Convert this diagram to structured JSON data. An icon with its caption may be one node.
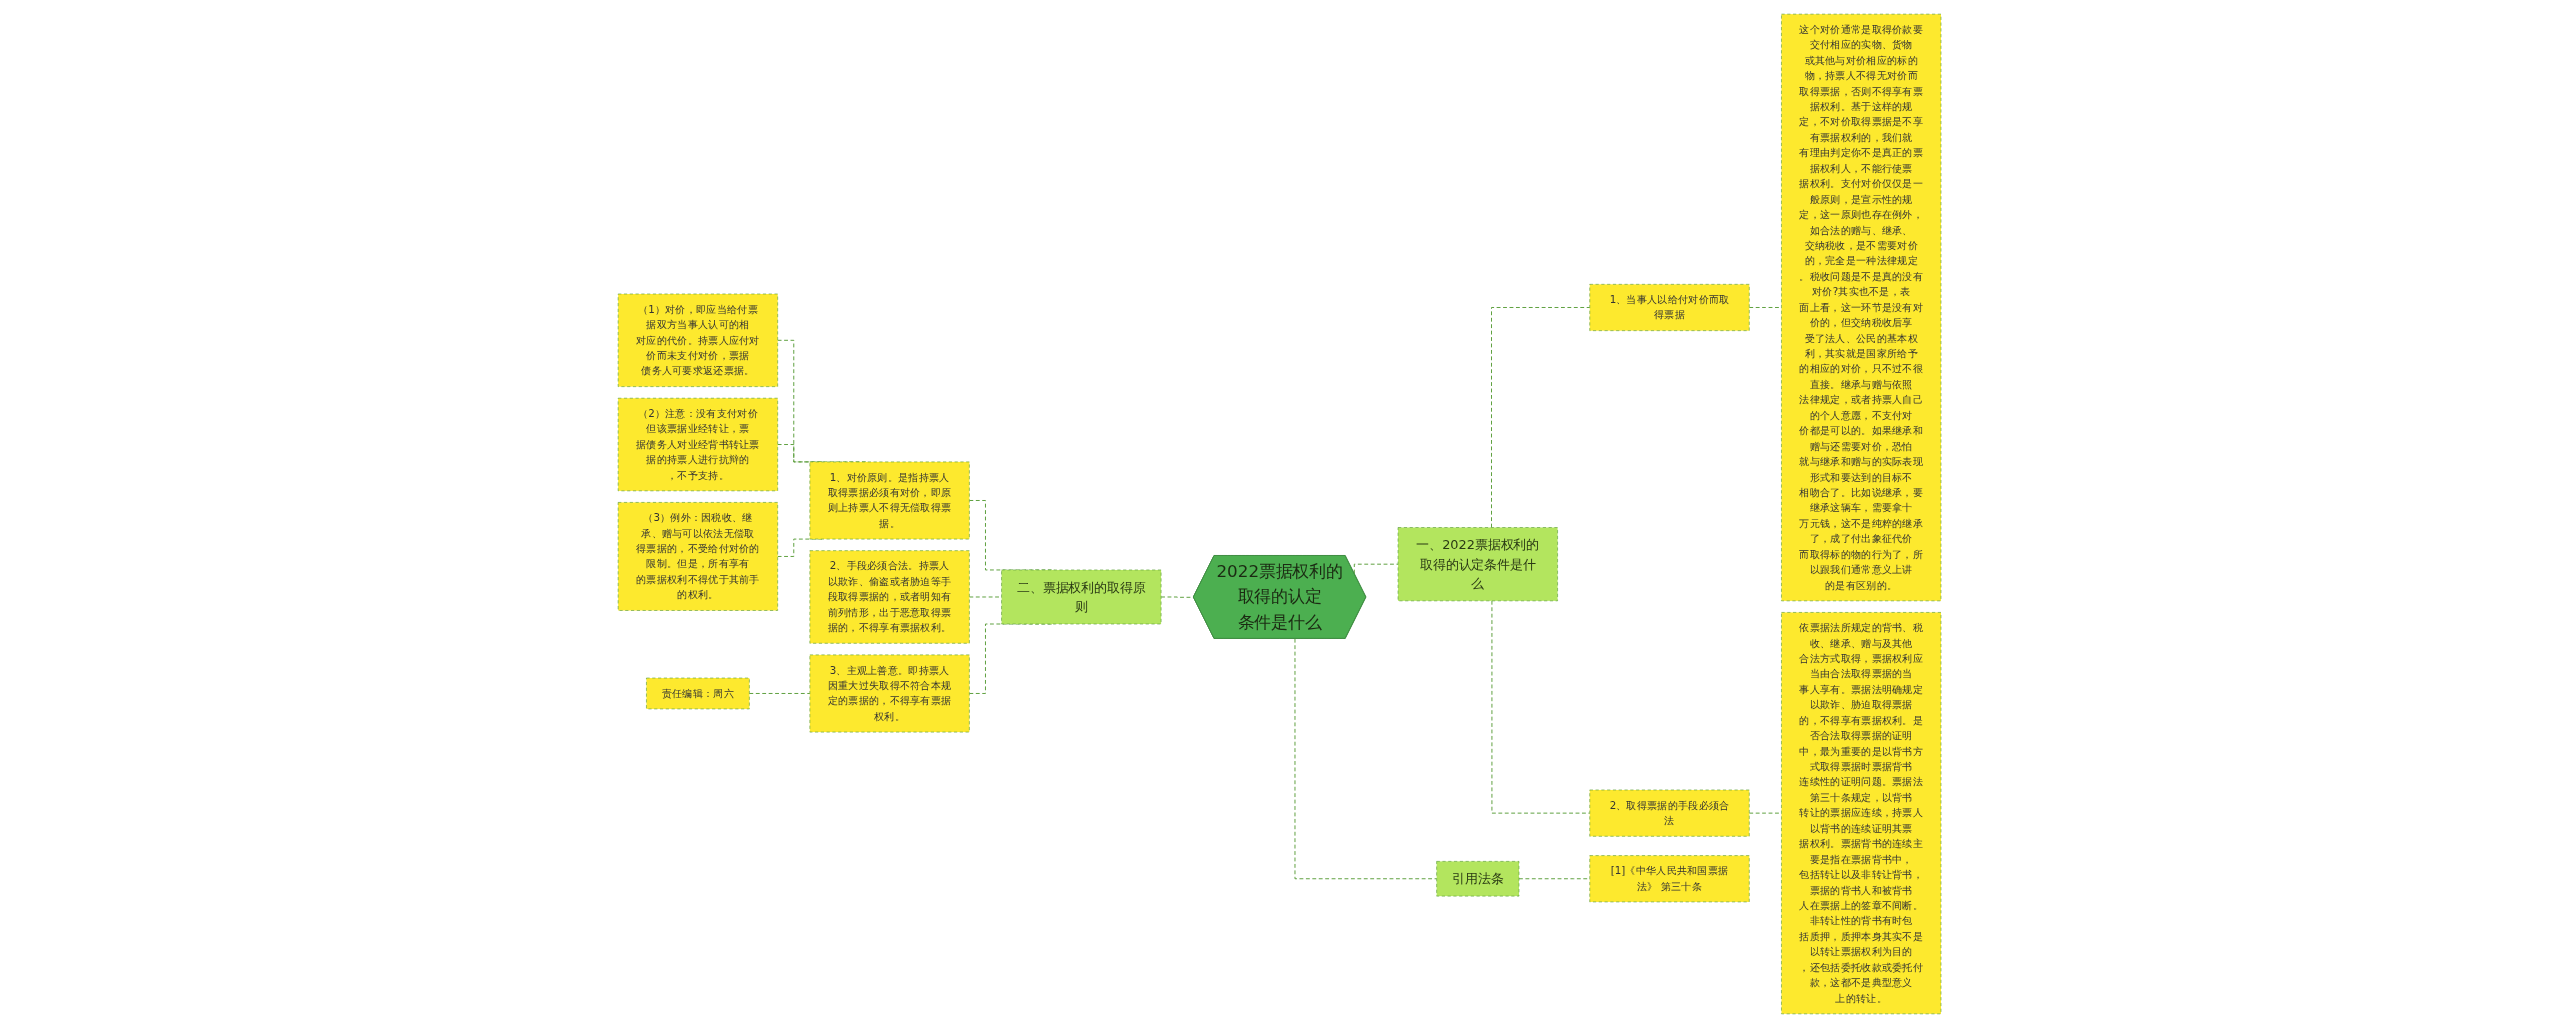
{
  "diagram": {
    "nodes": [
      {
        "text": [
          "2022票据权利的取得的认定条件是什么"
        ]
      },
      {
        "text": [
          "一、2022票据权利的取得的认定条件是什么"
        ]
      },
      {
        "text": [
          "1、当事人以给付对价而取得票据"
        ]
      },
      {
        "text": [
          "这个对价通常是取得价款要交付相应的实物、货物或其他与对价相应的标的物，持票人不得无对价而取得票据，否则不得享有票据权利。基于这样的规定，不对价取得票据是不享有票据权利的，我们就有理由判定你不是真正的票据权利人，不能行使票据权利。支付对价仅仅是一般原则，是宣示性的规定，这一原则也存在例外，如合法的赠与、继承、交纳税收，是不需要对价的，完全是一种法律规定。税收问题是不是真的没有对价?其实也不是，表面上看，这一环节是没有对价的，但交纳税收后享受了法人、公民的基本权利，其实就是国家所给予的相应的对价，只不过不很直接。继承与赠与依照法律规定，或者持票人自己的个人意愿，不支付对价都是可以的。如果继承和赠与还需要对价，恐怕就与继承和赠与的实际表现形式和要达到的目标不相吻合了。比如说继承，要继承这辆车，需要拿十万元钱，这不是纯粹的继承了，成了付出象征代价而取得标的物的行为了，所以跟我们通常意义上讲的是有区别的。"
        ]
      },
      {
        "text": [
          "2、取得票据的手段必须合法"
        ]
      },
      {
        "text": [
          "依票据法所规定的背书、税收、继承、赠与及其他合法方式取得，票据权利应当由合法取得票据的当事人享有。票据法明确规定以欺诈、胁迫取得票据的，不得享有票据权利。是否合法取得票据的证明中，最为重要的是以背书方式取得票据时票据背书连续性的证明问题。票据法第三十条规定，以背书转让的票据应连续，持票人以背书的连续证明其票据权利。票据背书的连续主要是指在票据背书中，包括转让以及非转让背书，票据的背书人和被背书人在票据上的签章不间断。非转让性的背书有时包括质押，质押本身其实不是以转让票据权利为目的，还包括委托收款或委托付款，这都不是典型意义上的转让。"
        ]
      },
      {
        "text": [
          "引用法条"
        ]
      },
      {
        "text": [
          "[1]《中华人民共和国票据法》 第三十条"
        ]
      },
      {
        "text": [
          "二、票据权利的取得原则"
        ]
      },
      {
        "text": [
          "1、对价原则。是指持票人取得票据必须有对价，即原则上持票人不得无偿取得票据。"
        ]
      },
      {
        "text": [
          "（1）对价，即应当给付票据双方当事人认可的相对应的代价。持票人应付对价而未支付对价，票据债务人可要求返还票据。"
        ]
      },
      {
        "text": [
          "（2）注意：没有支付对价但该票据业经转让，票据债务人对业经背书转让票据的持票人进行抗辩的，不予支持。"
        ]
      },
      {
        "text": [
          "（3）例外：因税收、继承、赠与可以依法无偿取得票据的，不受给付对价的限制。但是，所有享有的票据权利不得优于其前手的权利。"
        ]
      },
      {
        "text": [
          "2、手段必须合法。持票人以欺诈、偷盗或者胁迫等手段取得票据的，或者明知有前列情形，出于恶意取得票据的，不得享有票据权利。"
        ]
      },
      {
        "text": [
          "3、主观上善意。即持票人因重大过失取得不符合本规定的票据的，不得享有票据权利。"
        ]
      },
      {
        "text": [
          "责任编辑：周六"
        ]
      }
    ],
    "edges": [
      {
        "from": 0,
        "to": 1,
        "arrow": "none",
        "style": "dashed"
      },
      {
        "from": 1,
        "to": 2,
        "arrow": "none",
        "style": "dashed"
      },
      {
        "from": 2,
        "to": 3,
        "arrow": "none",
        "style": "dashed"
      },
      {
        "from": 1,
        "to": 4,
        "arrow": "none",
        "style": "dashed"
      },
      {
        "from": 4,
        "to": 5,
        "arrow": "none",
        "style": "dashed"
      },
      {
        "from": 0,
        "to": 6,
        "arrow": "none",
        "style": "dashed"
      },
      {
        "from": 6,
        "to": 7,
        "arrow": "none",
        "style": "dashed"
      },
      {
        "from": 8,
        "to": 0,
        "arrow": "none",
        "style": "dashed"
      },
      {
        "from": 9,
        "to": 8,
        "arrow": "none",
        "style": "dashed"
      },
      {
        "from": 10,
        "to": 9,
        "arrow": "none",
        "style": "dashed"
      },
      {
        "from": 11,
        "to": 9,
        "arrow": "none",
        "style": "dashed"
      },
      {
        "from": 12,
        "to": 9,
        "arrow": "none",
        "style": "dashed"
      },
      {
        "from": 13,
        "to": 8,
        "arrow": "none",
        "style": "dashed"
      },
      {
        "from": 14,
        "to": 8,
        "arrow": "none",
        "style": "dashed"
      },
      {
        "from": 15,
        "to": 14,
        "arrow": "none",
        "style": "dashed"
      }
    ]
  }
}
